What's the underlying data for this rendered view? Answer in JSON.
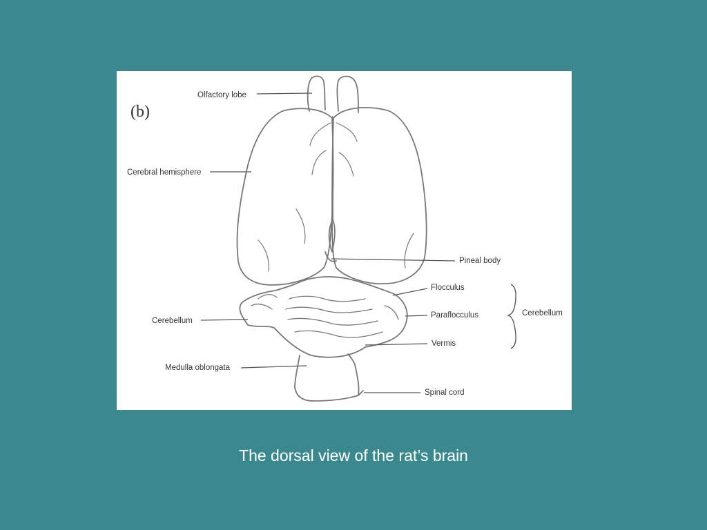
{
  "slide": {
    "background_color": "#3b898f",
    "caption": "The dorsal view of the rat’s brain"
  },
  "diagram": {
    "panel_letter": "(b)",
    "labels": {
      "olfactory_lobe": "Olfactory lobe",
      "cerebral_hemisphere": "Cerebral hemisphere",
      "pineal_body": "Pineal body",
      "flocculus": "Flocculus",
      "paraflocculus": "Paraflocculus",
      "cerebellum_left": "Cerebellum",
      "cerebellum_group": "Cerebellum",
      "vermis": "Vermis",
      "medulla_oblongata": "Medulla oblongata",
      "spinal_cord": "Spinal cord"
    }
  }
}
